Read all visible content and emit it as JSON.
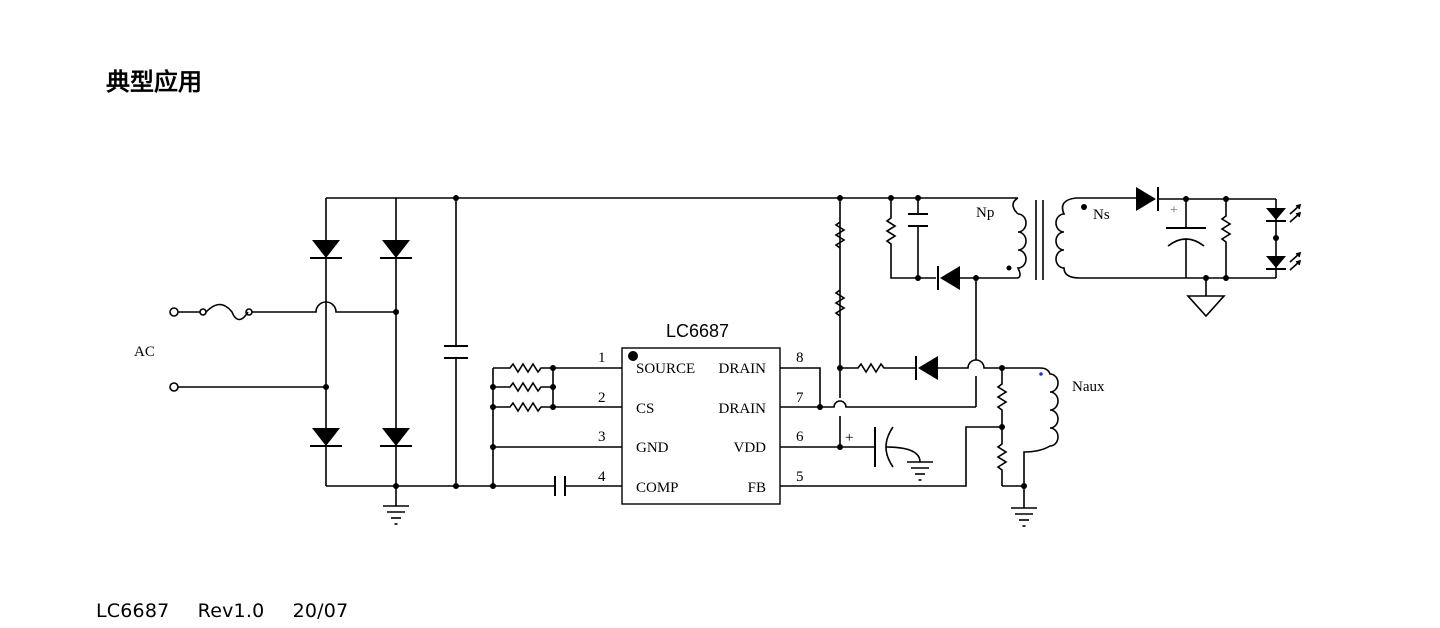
{
  "page": {
    "title": "典型应用",
    "footer": {
      "part": "LC6687",
      "revision": "Rev1.0",
      "date": "20/07"
    }
  },
  "schematic": {
    "chip_name": "LC6687",
    "ac_label": "AC",
    "pins": {
      "p1": {
        "num": "1",
        "name": "SOURCE"
      },
      "p2": {
        "num": "2",
        "name": "CS"
      },
      "p3": {
        "num": "3",
        "name": "GND"
      },
      "p4": {
        "num": "4",
        "name": "COMP"
      },
      "p5": {
        "num": "5",
        "name": "FB"
      },
      "p6": {
        "num": "6",
        "name": "VDD"
      },
      "p7": {
        "num": "7",
        "name": "DRAIN"
      },
      "p8": {
        "num": "8",
        "name": "DRAIN"
      }
    },
    "winding_labels": {
      "np": "Np",
      "ns": "Ns",
      "naux": "Naux"
    },
    "cap_plus": "+"
  }
}
